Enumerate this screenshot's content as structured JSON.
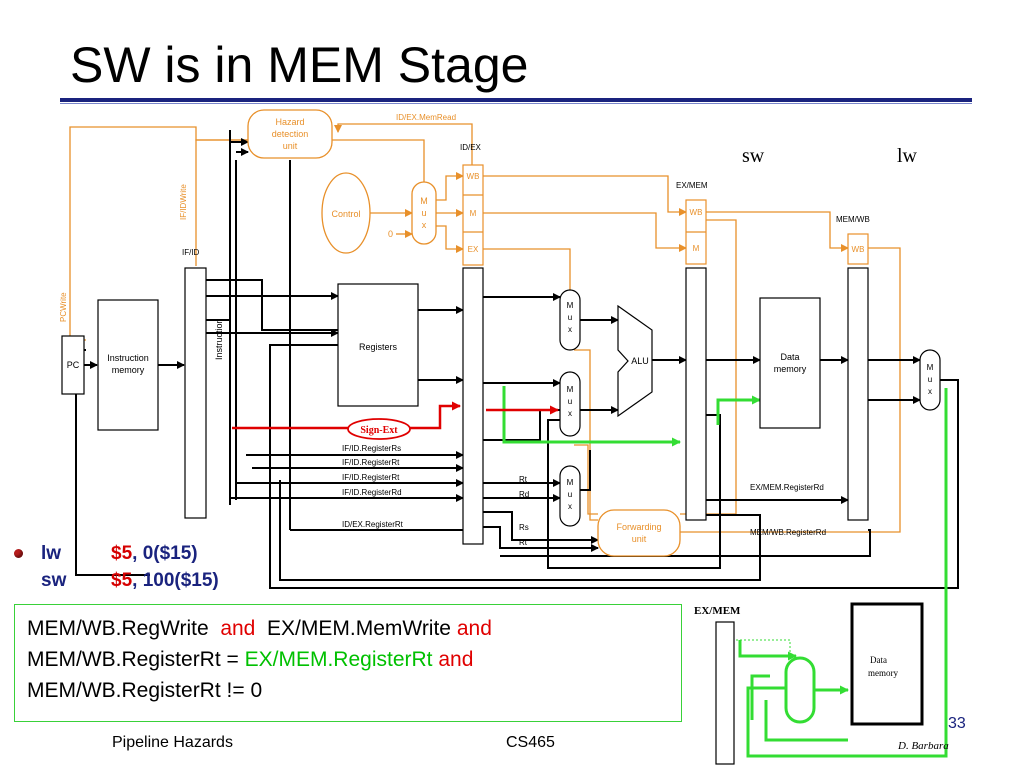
{
  "slide": {
    "title": "SW is in MEM Stage",
    "page_number": "33",
    "footer_left": "Pipeline Hazards",
    "footer_center": "CS465",
    "author": "D. Barbara",
    "accent_color": "#1a237e"
  },
  "diagram": {
    "stage_markers": {
      "sw": "sw",
      "lw": "lw"
    },
    "units": {
      "hazard": [
        "Hazard",
        "detection",
        "unit"
      ],
      "control": "Control",
      "pc": "PC",
      "instruction_memory": [
        "Instruction",
        "memory"
      ],
      "registers": "Registers",
      "alu": "ALU",
      "data_memory": [
        "Data",
        "memory"
      ],
      "forwarding": [
        "Forwarding",
        "unit"
      ],
      "sign_ext": "Sign-Ext",
      "mux_letters": [
        "M",
        "u",
        "x"
      ],
      "zero_input": "0"
    },
    "registers": {
      "if_id": "IF/ID",
      "id_ex": "ID/EX",
      "ex_mem": "EX/MEM",
      "mem_wb": "MEM/WB",
      "instruction": "Instruction"
    },
    "fields": {
      "wb": "WB",
      "m": "M",
      "ex": "EX"
    },
    "signals": {
      "id_ex_memread": "ID/EX.MemRead",
      "if_id_write": "IF/IDWrite",
      "pc_write": "PCWrite",
      "if_id_rs": "IF/ID.RegisterRs",
      "if_id_rt_1": "IF/ID.RegisterRt",
      "if_id_rt_2": "IF/ID.RegisterRt",
      "if_id_rd": "IF/ID.RegisterRd",
      "id_ex_rt": "ID/EX.RegisterRt",
      "ex_mem_rd": "EX/MEM.RegisterRd",
      "mem_wb_rd": "MEM/WB.RegisterRd",
      "rt_a": "Rt",
      "rd": "Rd",
      "rs": "Rs",
      "rt_b": "Rt"
    },
    "inset": {
      "ex_mem": "EX/MEM",
      "data_memory": [
        "Data",
        "memory"
      ]
    },
    "colors": {
      "control_path": "#e8902a",
      "highlight_red": "#e00000",
      "highlight_green": "#33dd33"
    }
  },
  "instructions": [
    {
      "op": "lw",
      "dest": "$5",
      "rest": ", 0($15)"
    },
    {
      "op": "sw",
      "dest": "$5",
      "rest": ", 100($15)"
    }
  ],
  "condition": {
    "line1": {
      "a": "MEM/WB.RegWrite",
      "and1": "and",
      "b": "EX/MEM.MemWrite",
      "and2": "and"
    },
    "line2": {
      "a": "MEM/WB.RegisterRt = ",
      "b": "EX/MEM.RegisterRt",
      "and": "and"
    },
    "line3": "MEM/WB.RegisterRt != 0"
  }
}
